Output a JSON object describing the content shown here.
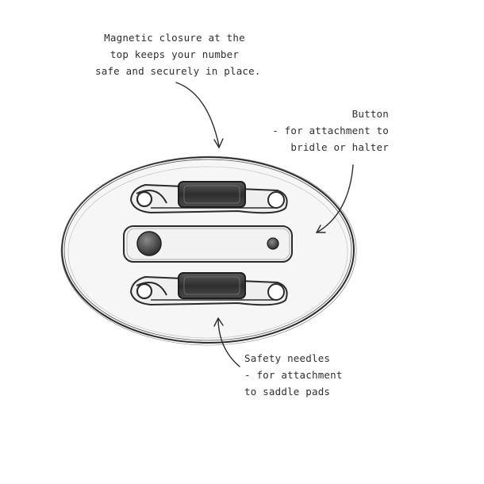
{
  "annotations": {
    "magnetic_closure": {
      "lines": [
        "Magnetic closure at the",
        "top keeps your number",
        "safe and securely in place."
      ]
    },
    "button": {
      "lines": [
        "Button",
        "- for attachment to",
        "bridle or halter"
      ]
    },
    "safety_needles": {
      "lines": [
        "Safety needles",
        "- for attachment",
        "to saddle pads"
      ]
    }
  },
  "colors": {
    "ink": "#2b2b2b",
    "fill_dark": "#3a3a3a",
    "pad_fill": "#f4f4f4"
  }
}
